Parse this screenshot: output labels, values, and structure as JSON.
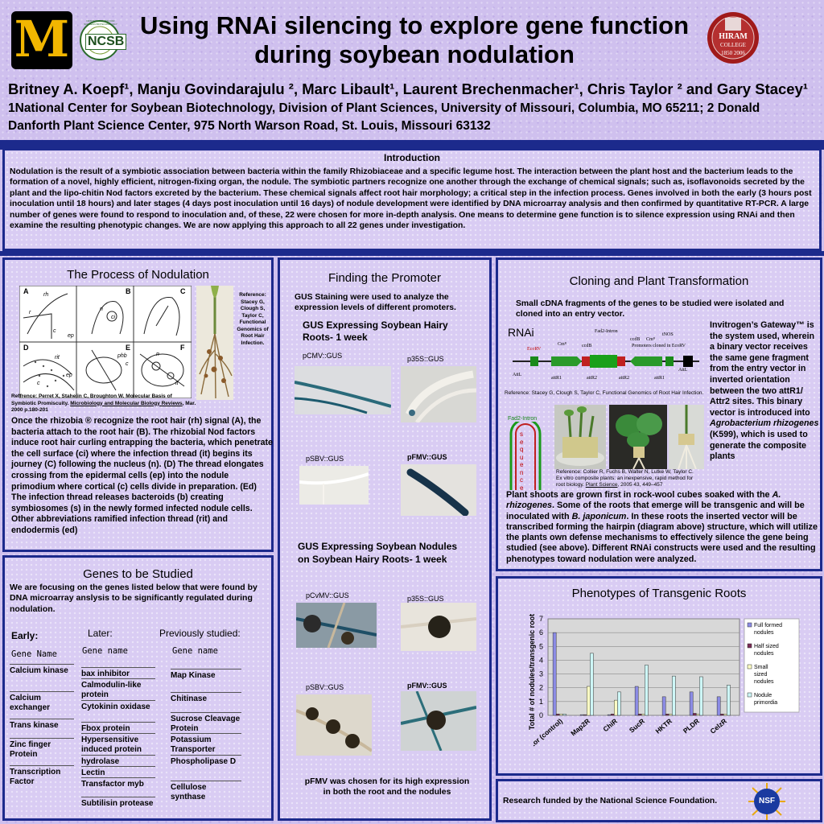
{
  "header": {
    "title": "Using RNAi silencing to explore gene function during soybean nodulation",
    "logo_mu": "M",
    "logo_ncsb": "NCSB",
    "logo_ncsb_ring": "NATIONAL CENTER FOR SOYBEAN BIOTECHNOLOGY",
    "logo_hiram_1": "HIRAM",
    "logo_hiram_2": "COLLEGE",
    "logo_hiram_3": "1850 2006",
    "authors": "Britney A. Koepf¹, Manju Govindarajulu ², Marc Libault¹, Laurent Brechenmacher¹, Chris Taylor ² and Gary Stacey¹",
    "affiliations": "1National Center for Soybean Biotechnology, Division of Plant Sciences, University of Missouri, Columbia, MO  65211; 2 Donald Danforth Plant Science Center, 975 North Warson Road, St. Louis, Missouri 63132"
  },
  "intro": {
    "heading": "Introduction",
    "body": "Nodulation is the result of a symbiotic association between bacteria within the family Rhizobiaceae and a specific legume host.  The interaction between the plant host and the bacterium leads to the formation of a novel, highly efficient, nitrogen-fixing organ, the nodule.  The symbiotic partners recognize one another through the exchange of chemical signals; such as, isoflavonoids secreted by the plant and the lipo-chitin Nod factors excreted by the bacterium.  These chemical signals affect root hair morphology; a critical step in the infection process.  Genes involved in both the early (3 hours post inoculation until 18 hours) and later stages (4 days post inoculation until 16 days) of nodule development were identified by DNA microarray analysis and then confirmed by quantitative RT-PCR.  A large number of genes were found to respond to inoculation and, of these, 22 were chosen for more in-depth analysis.  One means to determine gene function is to silence expression using RNAi and then examine the resulting phenotypic changes. We are now applying this approach to all 22 genes under investigation."
  },
  "process": {
    "heading": "The Process of Nodulation",
    "fig_labels": [
      "A",
      "B",
      "C",
      "D",
      "E",
      "F"
    ],
    "fig_parts": [
      "rh",
      "r",
      "ci",
      "n",
      "c",
      "ep",
      "rit",
      "ep",
      "c",
      "phb",
      "c",
      "n",
      "it"
    ],
    "reference_right": "Reference: Stacey G, Clough S, Taylor C, Functional Genomics of Root Hair Infection.",
    "reference_1": "Reffrence: Perret X, Stahelin C, Broughton W.  Molecular Basis of Symbiotic Promiscuity.",
    "reference_journal": "Microbiology and Molecular Biology Reviews",
    "reference_2": ", Mar. 2000 p.180-201",
    "body": "Once the rhizobia ® recognize the root hair (rh) signal (A), the bacteria attach to the root hair (B). The rhizobial Nod factors induce root hair curling entrapping the bacteria, which penetrate the cell surface (ci) where the infection thread (it) begins its journey (C) following the nucleus (n).  (D) The thread elongates crossing from the epidermal cells (ep) into the nodule primodium where cortical (c) cells divide in preparation.  (Ed)  The infection thread releases bacteroids (b) creating symbiosomes (s) in the newly formed infected nodule cells. Other abbreviations ramified infection thread (rit) and endodermis (ed)"
  },
  "genes": {
    "heading": "Genes to be Studied",
    "body": "We are focusing on the genes listed below that were found by DNA microarray anslysis to be significantly regulated during nodulation.",
    "early_label": "Early:",
    "later_label": "Later:",
    "prev_label": "Previously studied:",
    "col_header": "Gene Name",
    "col_header2": "Gene name",
    "col_header3": "Gene name",
    "early": [
      "Calcium kinase",
      "Calcium exchanger",
      "Trans kinase",
      "Zinc finger Protein",
      "Transcription Factor"
    ],
    "later": [
      "bax inhibitor",
      "Calmodulin-like protein",
      "Cytokinin oxidase",
      "Fbox protein",
      "Hypersensitive induced protein",
      "hydrolase",
      "Lectin",
      "Transfactor myb",
      "Subtilisin protease"
    ],
    "previous": [
      "Map Kinase",
      "Chitinase",
      "Sucrose Cleavage Protein",
      "Potassium Transporter",
      "Phospholipase D",
      "Cellulose synthase"
    ]
  },
  "promoter": {
    "heading": "Finding the Promoter",
    "body": "GUS Staining were used to analyze the expression levels of different promoters.",
    "sub1": "GUS Expressing Soybean Hairy Roots- 1 week",
    "sub2": "GUS Expressing Soybean Nodules on Soybean Hairy Roots- 1 week",
    "p1": "pCMV::GUS",
    "p2": "p35S::GUS",
    "p3": "pSBV::GUS",
    "p4": "pFMV::GUS",
    "n1": "pCvMV::GUS",
    "n2": "p35S::GUS",
    "n3": "pSBV::GUS",
    "n4": "pFMV::GUS",
    "conclusion": "pFMV was chosen for its high expression in both the root and the nodules"
  },
  "cloning": {
    "heading": "Cloning and Plant Transformation",
    "intro": "Small cDNA fragments of the genes to be studied were isolated and cloned into an entry vector.",
    "rnai": "RNAi",
    "vector_labels": [
      "Fad2-Intron",
      "EcoRV",
      "Cmᴿ",
      "ccdB",
      "ccdB",
      "Cmᴿ",
      "tNOS",
      "Promoters cloned in EcoRV",
      "AttL",
      "attR1",
      "attR2",
      "attR2",
      "attR1",
      "AttL"
    ],
    "fig_ref": "Reference: Stacey G, Clough S, Taylor C, Functional Genomics of Root Hair Infection.",
    "gateway": "Invitrogen’s Gateway™ is the system used, wherein a binary vector receives the same gene fragment from the entry vector in inverted orientation between the two attR1/ Attr2 sites.  This binary vector is introduced into ",
    "agro": "Agrobacterium rhizogenes",
    "gateway2": " (K599), which is used to generate the composite plants",
    "hairpin_label": "Fad2-Intron",
    "hairpin_seq": "sequence",
    "photo_ref": "Reference: Collier R, Fuchs B, Walter N, Lutke W, Taylor  C. Ex vitro composite plants: an inexpensive, rapid method for root biology. ",
    "photo_ref_journal": "Plant Science",
    "photo_ref_2": ", 2005 43, 449–457",
    "body_1": "Plant shoots are grown first in rock-wool cubes soaked with the ",
    "body_a": "A. rhizogenes",
    "body_2": ". Some of the roots that emerge will be transgenic and will be inoculated with ",
    "body_b": "B. japonicum",
    "body_3": ".  In these roots the inserted vector will be transcribed  forming the hairpin (diagram above) structure, which will utilize the plants own defense mechanisms to effectively silence the gene being studied (see above). Different RNAi constructs were used and the resulting phenotypes toward nodulation were analyzed."
  },
  "phenotypes": {
    "heading": "Phenotypes of Transgenic Roots"
  },
  "chart_data": {
    "type": "bar",
    "title": "",
    "ylabel": "Total # of nodules/transgenic root",
    "xlabel": "",
    "ylim": [
      0,
      7
    ],
    "yticks": [
      0,
      1,
      2,
      3,
      4,
      5,
      6,
      7
    ],
    "categories": [
      "Empty vector (control)",
      "Map2R",
      "ChiR",
      "SucR",
      "HKTR",
      "PLDR",
      "CelzR"
    ],
    "series": [
      {
        "name": "Full formed nodules",
        "color": "#8c8ce6",
        "values": [
          6.0,
          0.05,
          0.05,
          2.1,
          1.35,
          1.7,
          1.35
        ]
      },
      {
        "name": "Half sized nodules",
        "color": "#7a2a55",
        "values": [
          0.1,
          0.05,
          0.1,
          0.1,
          0.1,
          0.15,
          0.1
        ]
      },
      {
        "name": "Small sized nodules",
        "color": "#ffffc4",
        "values": [
          0.1,
          2.1,
          1.1,
          0.1,
          0.1,
          0.1,
          0.1
        ]
      },
      {
        "name": "Nodule primordia",
        "color": "#cdf6f6",
        "values": [
          0.1,
          4.5,
          1.7,
          3.65,
          2.85,
          2.8,
          2.2
        ]
      }
    ],
    "grid": true,
    "legend": "right"
  },
  "funding": {
    "text": "Research funded by the National Science Foundation.",
    "nsf": "NSF"
  }
}
